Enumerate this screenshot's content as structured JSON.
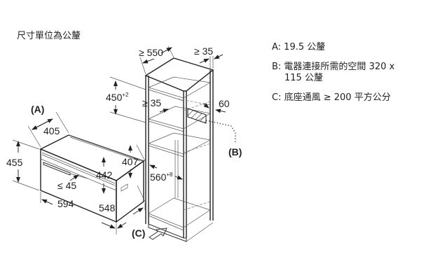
{
  "unit_note": "尺寸單位為公釐",
  "legend": {
    "a": "A: 19.5 公釐",
    "b_line1": "B: 電器連接所需的空間 320 x",
    "b_line2": "115 公釐",
    "c": "C: 底座通風 ≥ 200 平方公分"
  },
  "appliance": {
    "label": "(A)",
    "depth_top": "405",
    "height_front": "455",
    "height_side": "407",
    "height_inner": "442",
    "handle_gap": "≤ 45",
    "width": "594",
    "depth": "548"
  },
  "cabinet": {
    "width_min": "≥ 550",
    "back_gap_top": "≥ 35",
    "niche_height": "450",
    "niche_height_tol": "+2",
    "back_gap": "≥ 35",
    "side_depth": "60",
    "niche_width": "560",
    "niche_width_tol": "+8",
    "label_b": "(B)",
    "label_c": "(C)"
  }
}
